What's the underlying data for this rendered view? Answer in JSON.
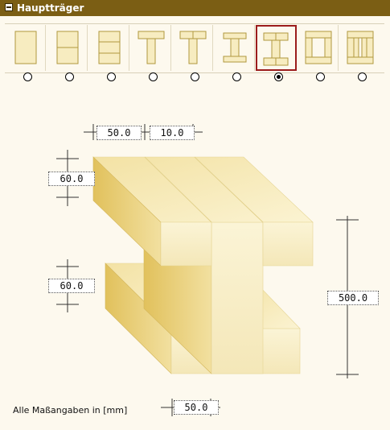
{
  "header": {
    "title": "Hauptträger",
    "toggle_icon": "minus-box-icon"
  },
  "sections": [
    {
      "name": "section-rect"
    },
    {
      "name": "section-two-stack"
    },
    {
      "name": "section-three-stack"
    },
    {
      "name": "section-t"
    },
    {
      "name": "section-double-t"
    },
    {
      "name": "section-i-small"
    },
    {
      "name": "section-i-double"
    },
    {
      "name": "section-box"
    },
    {
      "name": "section-box-double"
    }
  ],
  "selected_index": 6,
  "dimensions": {
    "top_width": "50.0",
    "top_gap": "10.0",
    "upper_flange": "60.0",
    "lower_flange": "60.0",
    "height": "500.0",
    "bottom_width": "50.0"
  },
  "unit_note": "Alle Maßangaben in [mm]",
  "colors": {
    "header": "#7b5e14",
    "wood_light": "#f7ecc0",
    "wood_dark": "#e2c86a",
    "selection": "#9b1c1c"
  }
}
